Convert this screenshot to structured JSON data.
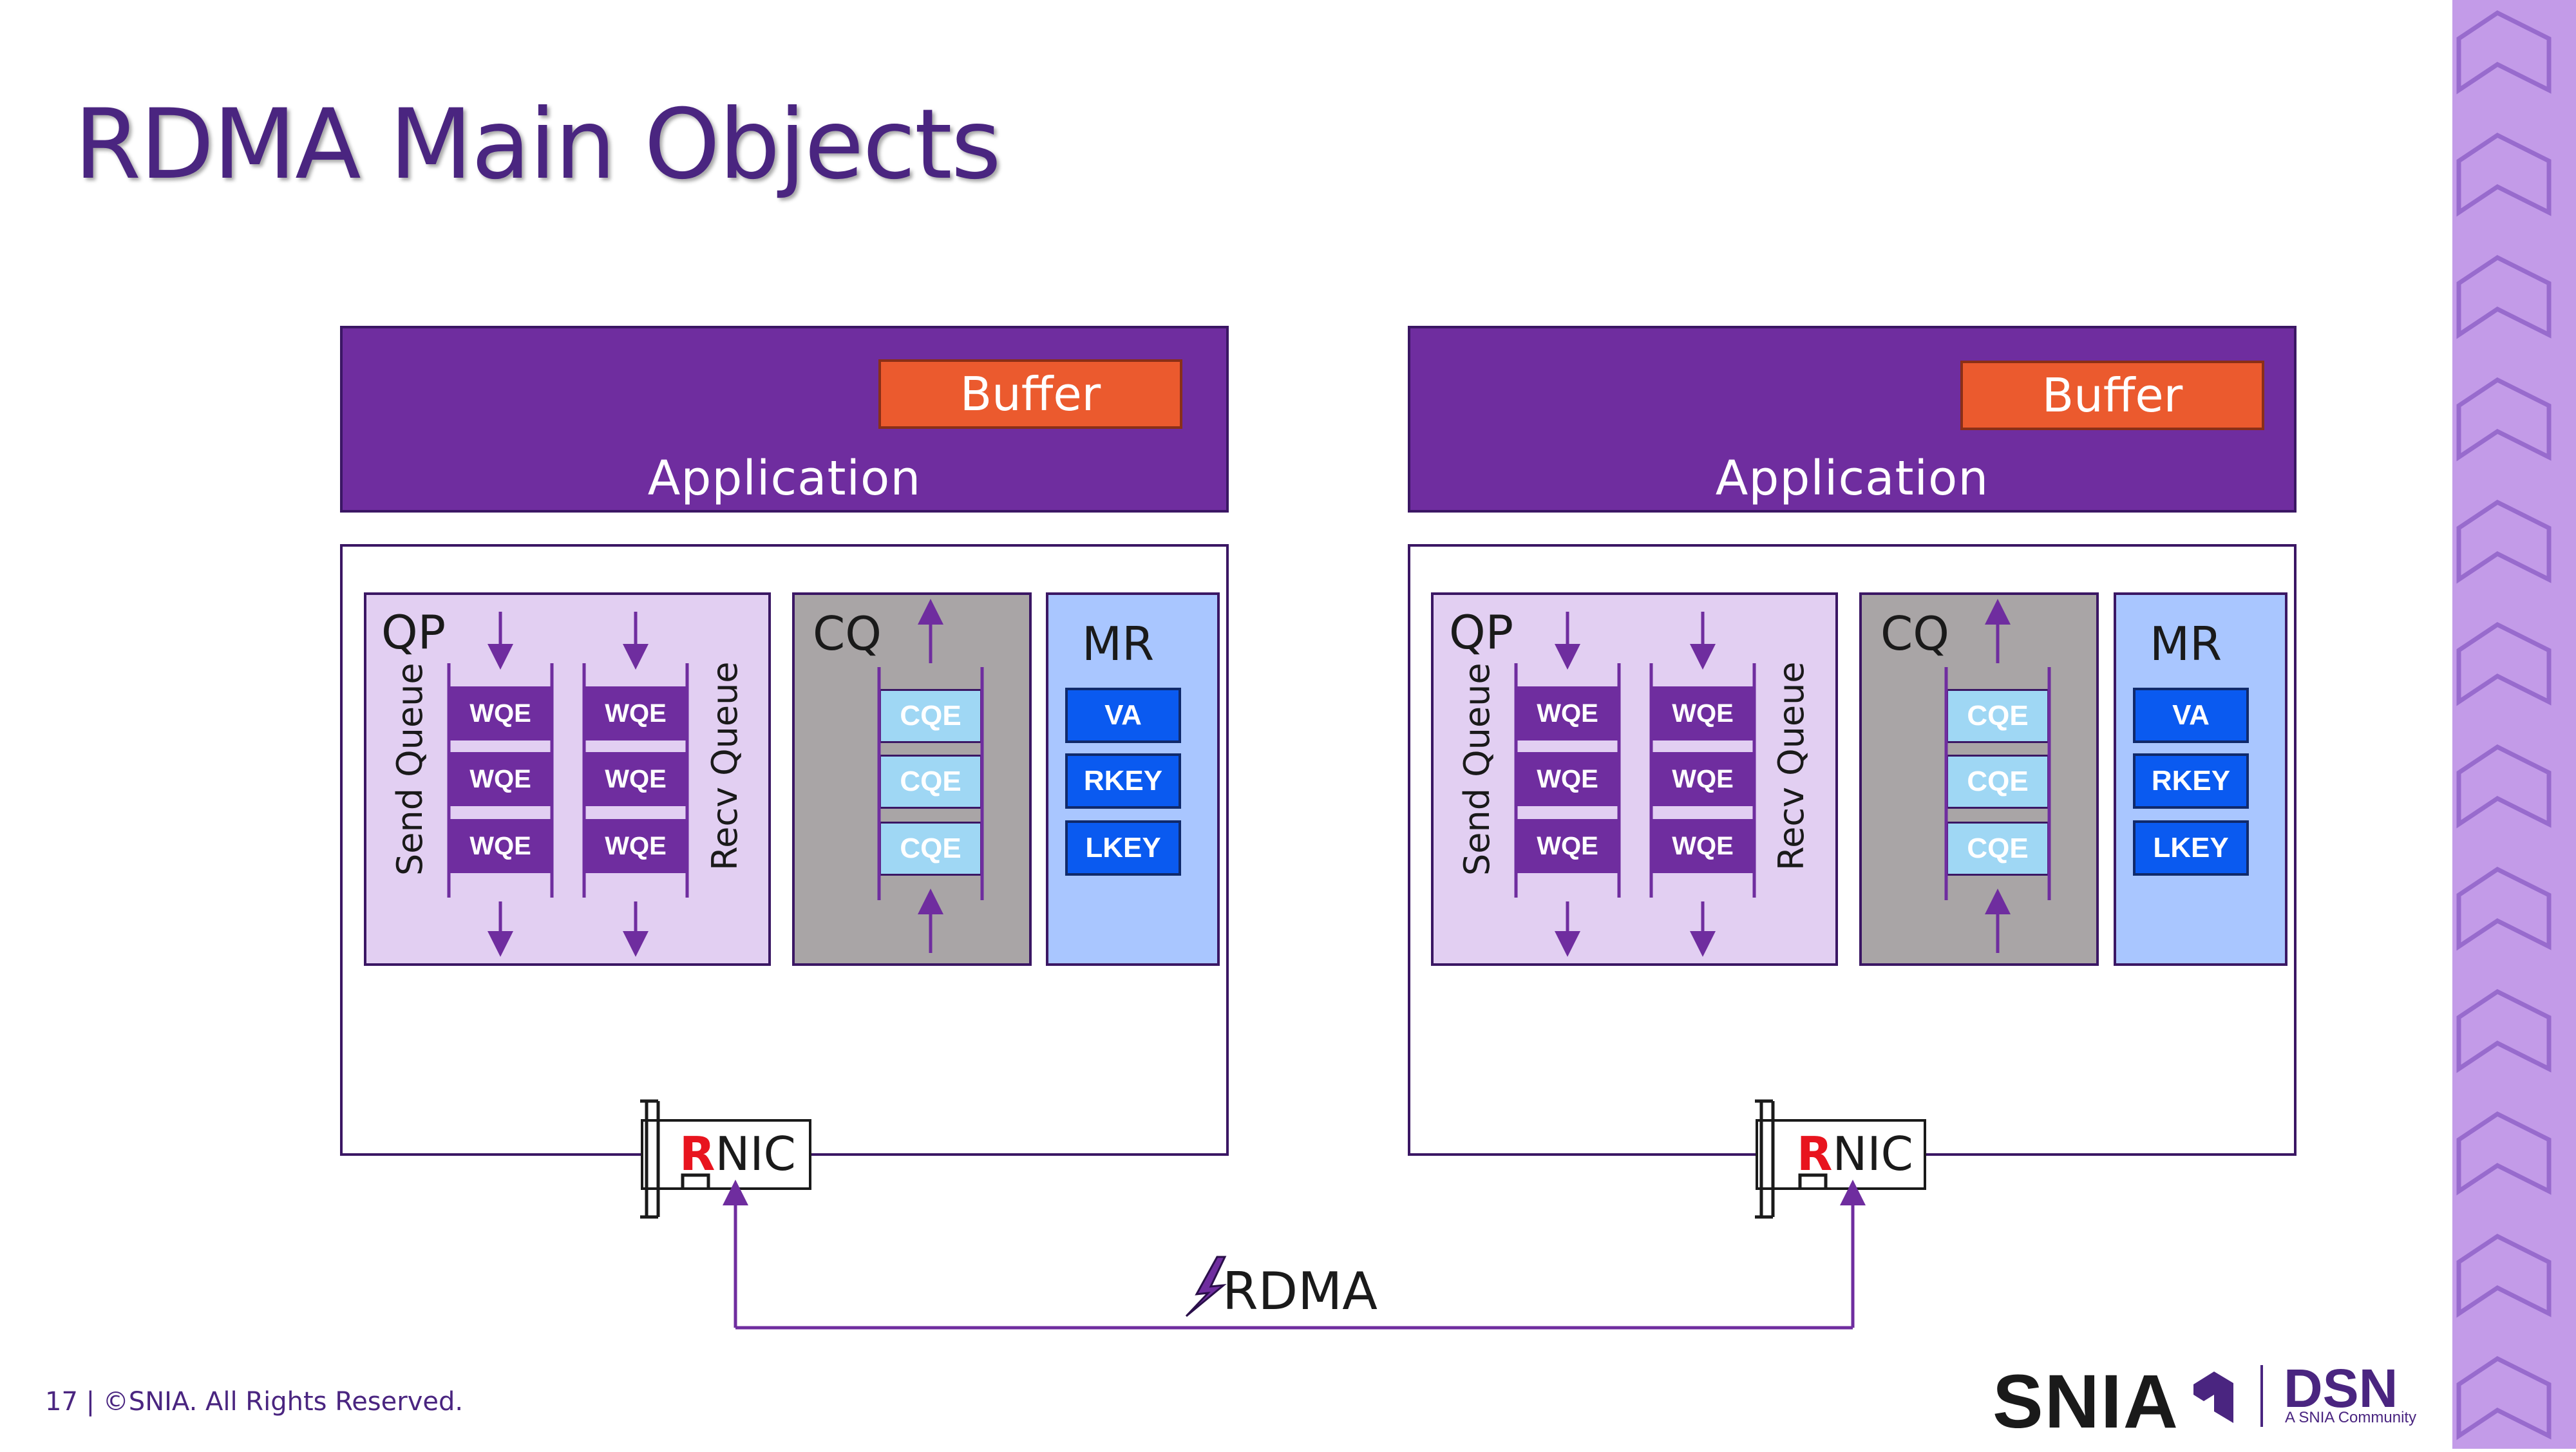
{
  "title": "RDMA Main Objects",
  "footer": "17 | ©SNIA. All Rights Reserved.",
  "logo": {
    "snia": "SNIA",
    "dsn": "DSN",
    "dsn_sub": "A SNIA Community"
  },
  "hosts": [
    {
      "buffer": "Buffer",
      "application": "Application",
      "qp": {
        "label": "QP",
        "send_queue": "Send Queue",
        "recv_queue": "Recv Queue",
        "send_wqes": [
          "WQE",
          "WQE",
          "WQE"
        ],
        "recv_wqes": [
          "WQE",
          "WQE",
          "WQE"
        ]
      },
      "cq": {
        "label": "CQ",
        "cqes": [
          "CQE",
          "CQE",
          "CQE"
        ]
      },
      "mr": {
        "label": "MR",
        "items": [
          "VA",
          "RKEY",
          "LKEY"
        ]
      },
      "rnic": {
        "r": "R",
        "rest": "NIC"
      }
    },
    {
      "buffer": "Buffer",
      "application": "Application",
      "qp": {
        "label": "QP",
        "send_queue": "Send Queue",
        "recv_queue": "Recv Queue",
        "send_wqes": [
          "WQE",
          "WQE",
          "WQE"
        ],
        "recv_wqes": [
          "WQE",
          "WQE",
          "WQE"
        ]
      },
      "cq": {
        "label": "CQ",
        "cqes": [
          "CQE",
          "CQE",
          "CQE"
        ]
      },
      "mr": {
        "label": "MR",
        "items": [
          "VA",
          "RKEY",
          "LKEY"
        ]
      },
      "rnic": {
        "r": "R",
        "rest": "NIC"
      }
    }
  ],
  "link_label": "RDMA",
  "colors": {
    "purple": "#6f2d9f",
    "buffer": "#eb5a2e",
    "band": "#c39be8",
    "mr_item": "#0a5af0"
  }
}
